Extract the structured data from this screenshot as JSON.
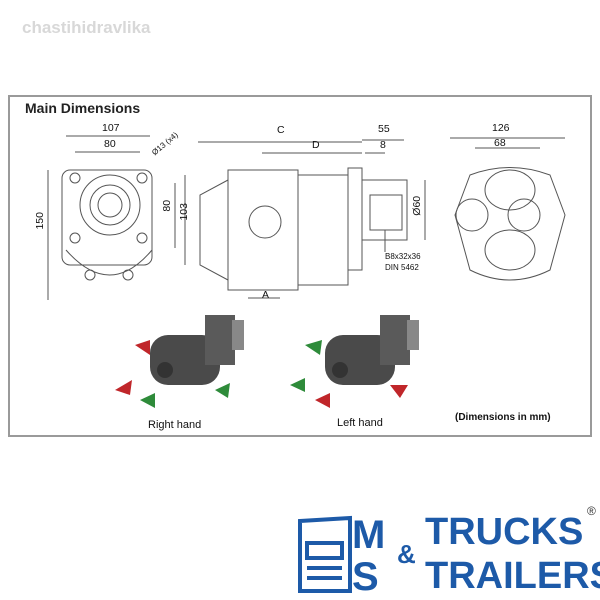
{
  "watermark": "chastihidravlika",
  "drawing": {
    "title": "Main Dimensions",
    "dims": {
      "d107": "107",
      "d80a": "80",
      "d13": "Ø13 (x4)",
      "d150": "150",
      "d80b": "80",
      "d103": "103",
      "C": "C",
      "D": "D",
      "d55": "55",
      "d8": "8",
      "d60": "Ø60",
      "A": "A",
      "spline1": "B8x32x36",
      "spline2": "DIN 5462",
      "d126": "126",
      "d68": "68"
    },
    "right_hand": "Right hand",
    "left_hand": "Left hand",
    "units_note": "(Dimensions in mm)"
  },
  "logo": {
    "m": "M",
    "s": "S",
    "trucks": "TRUCKS",
    "amp": "&",
    "trailers": "TRAILERS",
    "reg": "®"
  },
  "colors": {
    "brand": "#1d5aa8",
    "arrow_red": "#c0262a",
    "arrow_green": "#2e8b3a"
  }
}
